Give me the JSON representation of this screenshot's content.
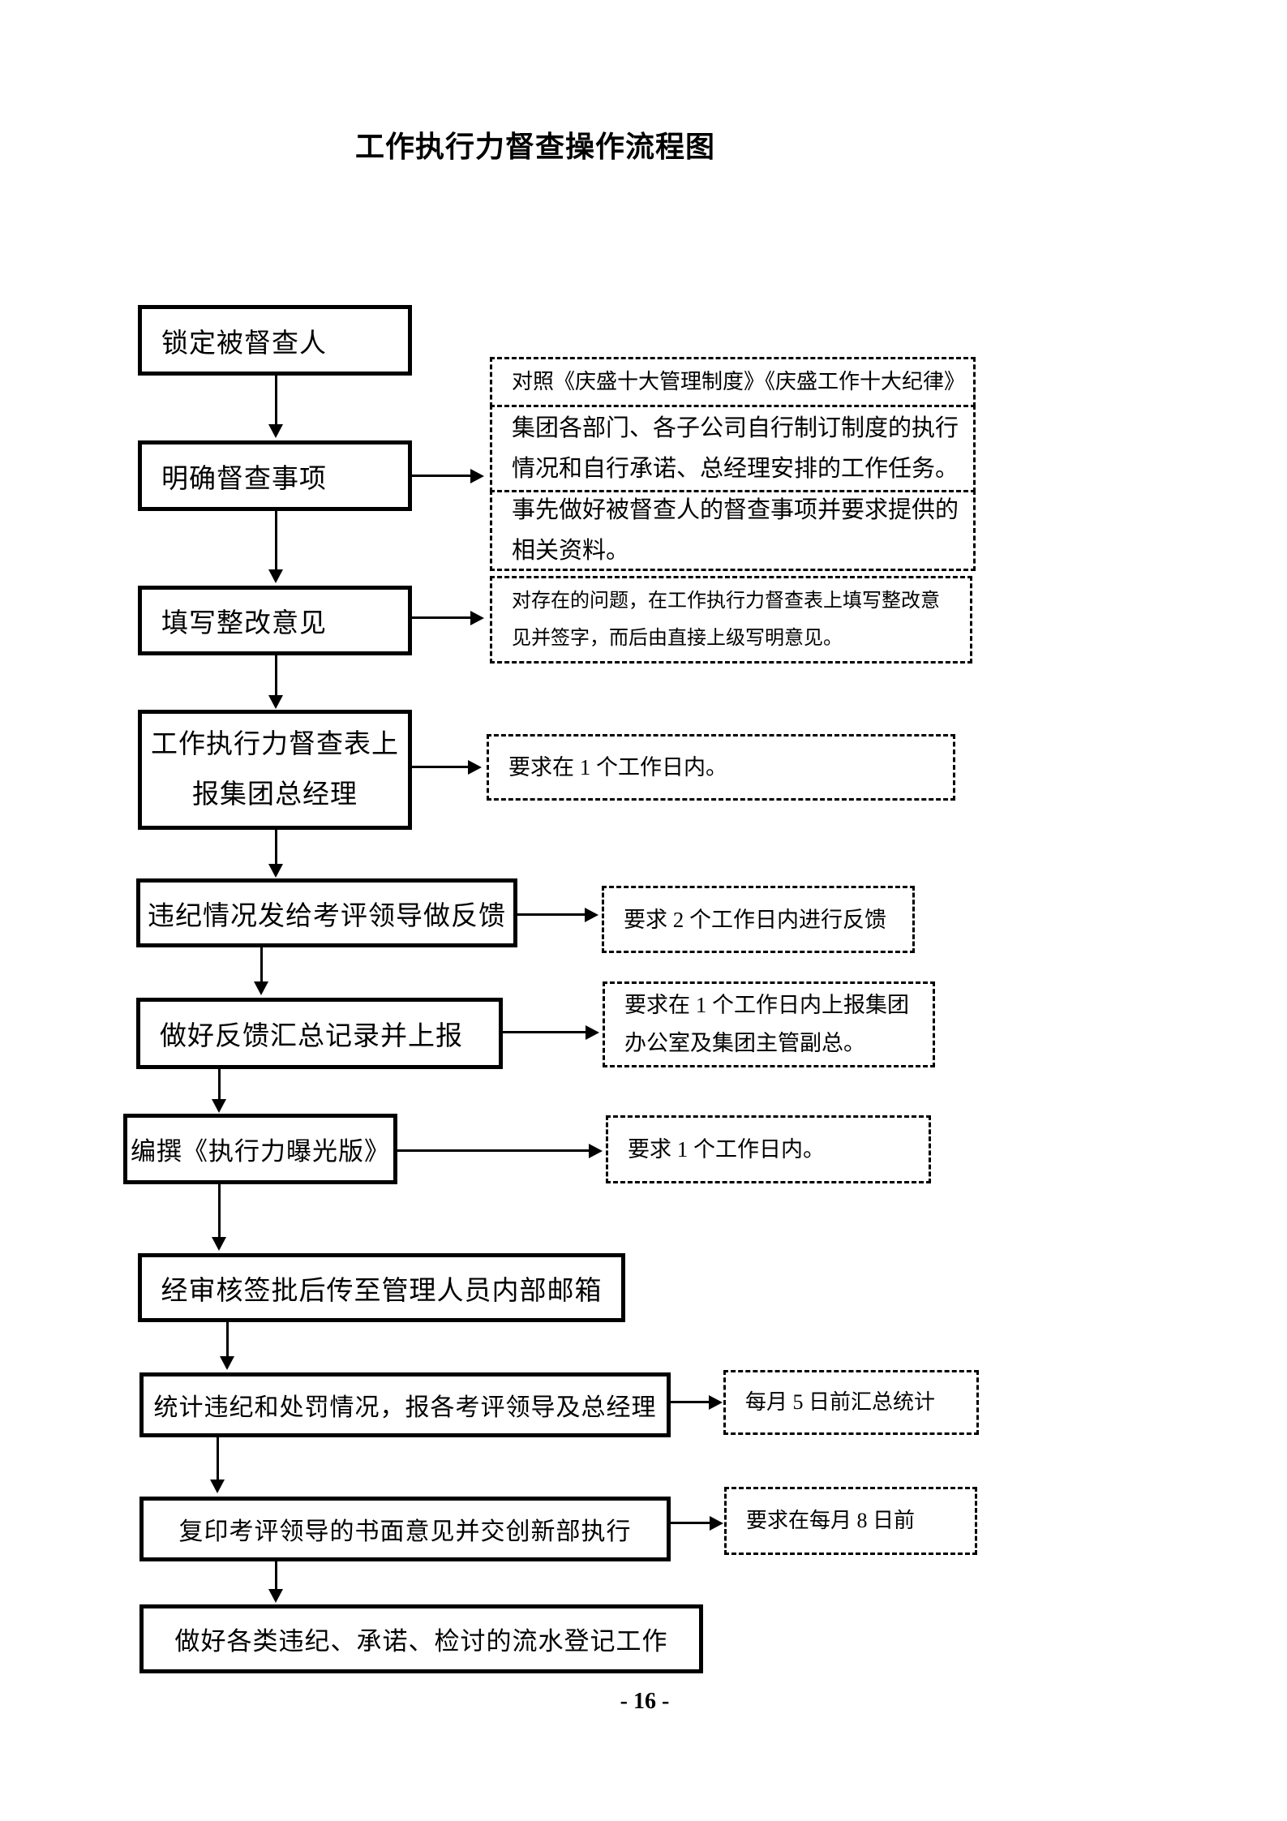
{
  "page": {
    "title": "工作执行力督查操作流程图",
    "page_number": "- 16 -"
  },
  "steps": [
    {
      "label": "锁定被督查人"
    },
    {
      "label": "明确督查事项"
    },
    {
      "label": "填写整改意见"
    },
    {
      "lines": [
        "工作执行力督查表上",
        "报集团总经理"
      ]
    },
    {
      "label": "违纪情况发给考评领导做反馈"
    },
    {
      "label": "做好反馈汇总记录并上报"
    },
    {
      "label": "编撰《执行力曝光版》"
    },
    {
      "label": "经审核签批后传至管理人员内部邮箱"
    },
    {
      "label": "统计违纪和处罚情况，报各考评领导及总经理"
    },
    {
      "label": "复印考评领导的书面意见并交创新部执行"
    },
    {
      "label": "做好各类违纪、承诺、检讨的流水登记工作"
    }
  ],
  "annotations": [
    {
      "label": "对照《庆盛十大管理制度》《庆盛工作十大纪律》"
    },
    {
      "label": "集团各部门、各子公司自行制订制度的执行情况和自行承诺、总经理安排的工作任务。"
    },
    {
      "label": "事先做好被督查人的督查事项并要求提供的相关资料。"
    },
    {
      "label": "对存在的问题，在工作执行力督查表上填写整改意见并签字，而后由直接上级写明意见。"
    },
    {
      "label": "要求在 1 个工作日内。"
    },
    {
      "label": "要求 2 个工作日内进行反馈"
    },
    {
      "label": "要求在 1 个工作日内上报集团办公室及集团主管副总。"
    },
    {
      "label": "要求 1 个工作日内。"
    },
    {
      "label": "每月 5 日前汇总统计"
    },
    {
      "label": "要求在每月 8 日前"
    }
  ],
  "colors": {
    "ink": "#000000",
    "paper": "#ffffff"
  }
}
